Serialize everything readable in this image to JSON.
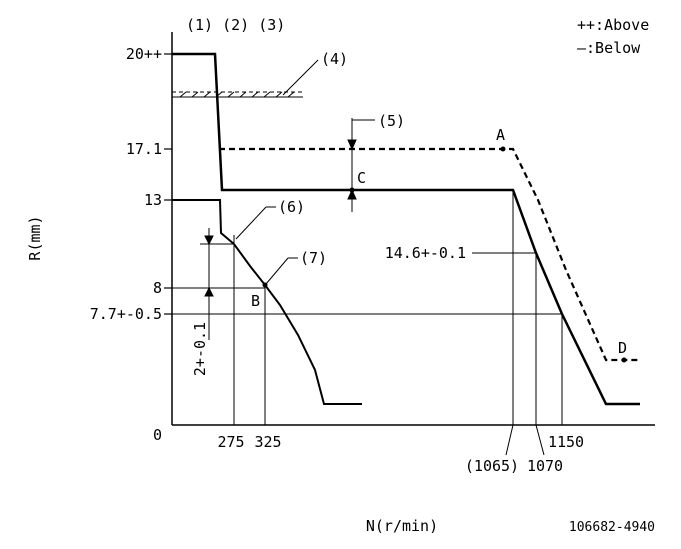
{
  "header": {
    "callouts_top": "(1) (2) (3)",
    "legend_above": "++:Above",
    "legend_below": "—:Below"
  },
  "axes": {
    "ylabel": "R(mm)",
    "xlabel": "N(r/min)",
    "origin": "0",
    "y_ticks": [
      "20++",
      "17.1",
      "13",
      "8",
      "7.7+-0.5"
    ],
    "x_ticks_below": [
      "275",
      "325",
      "(1065)",
      "1070",
      "1150"
    ]
  },
  "callouts": {
    "c4": "(4)",
    "c5": "(5)",
    "c6": "(6)",
    "c7": "(7)"
  },
  "points": {
    "A": "A",
    "B": "B",
    "C": "C",
    "D": "D"
  },
  "annotations": {
    "r_14_6": "14.6+-0.1",
    "dim_2": "2+-0.1"
  },
  "figure_id": "106682-4940",
  "colors": {
    "line": "#000000",
    "background": "#ffffff"
  }
}
